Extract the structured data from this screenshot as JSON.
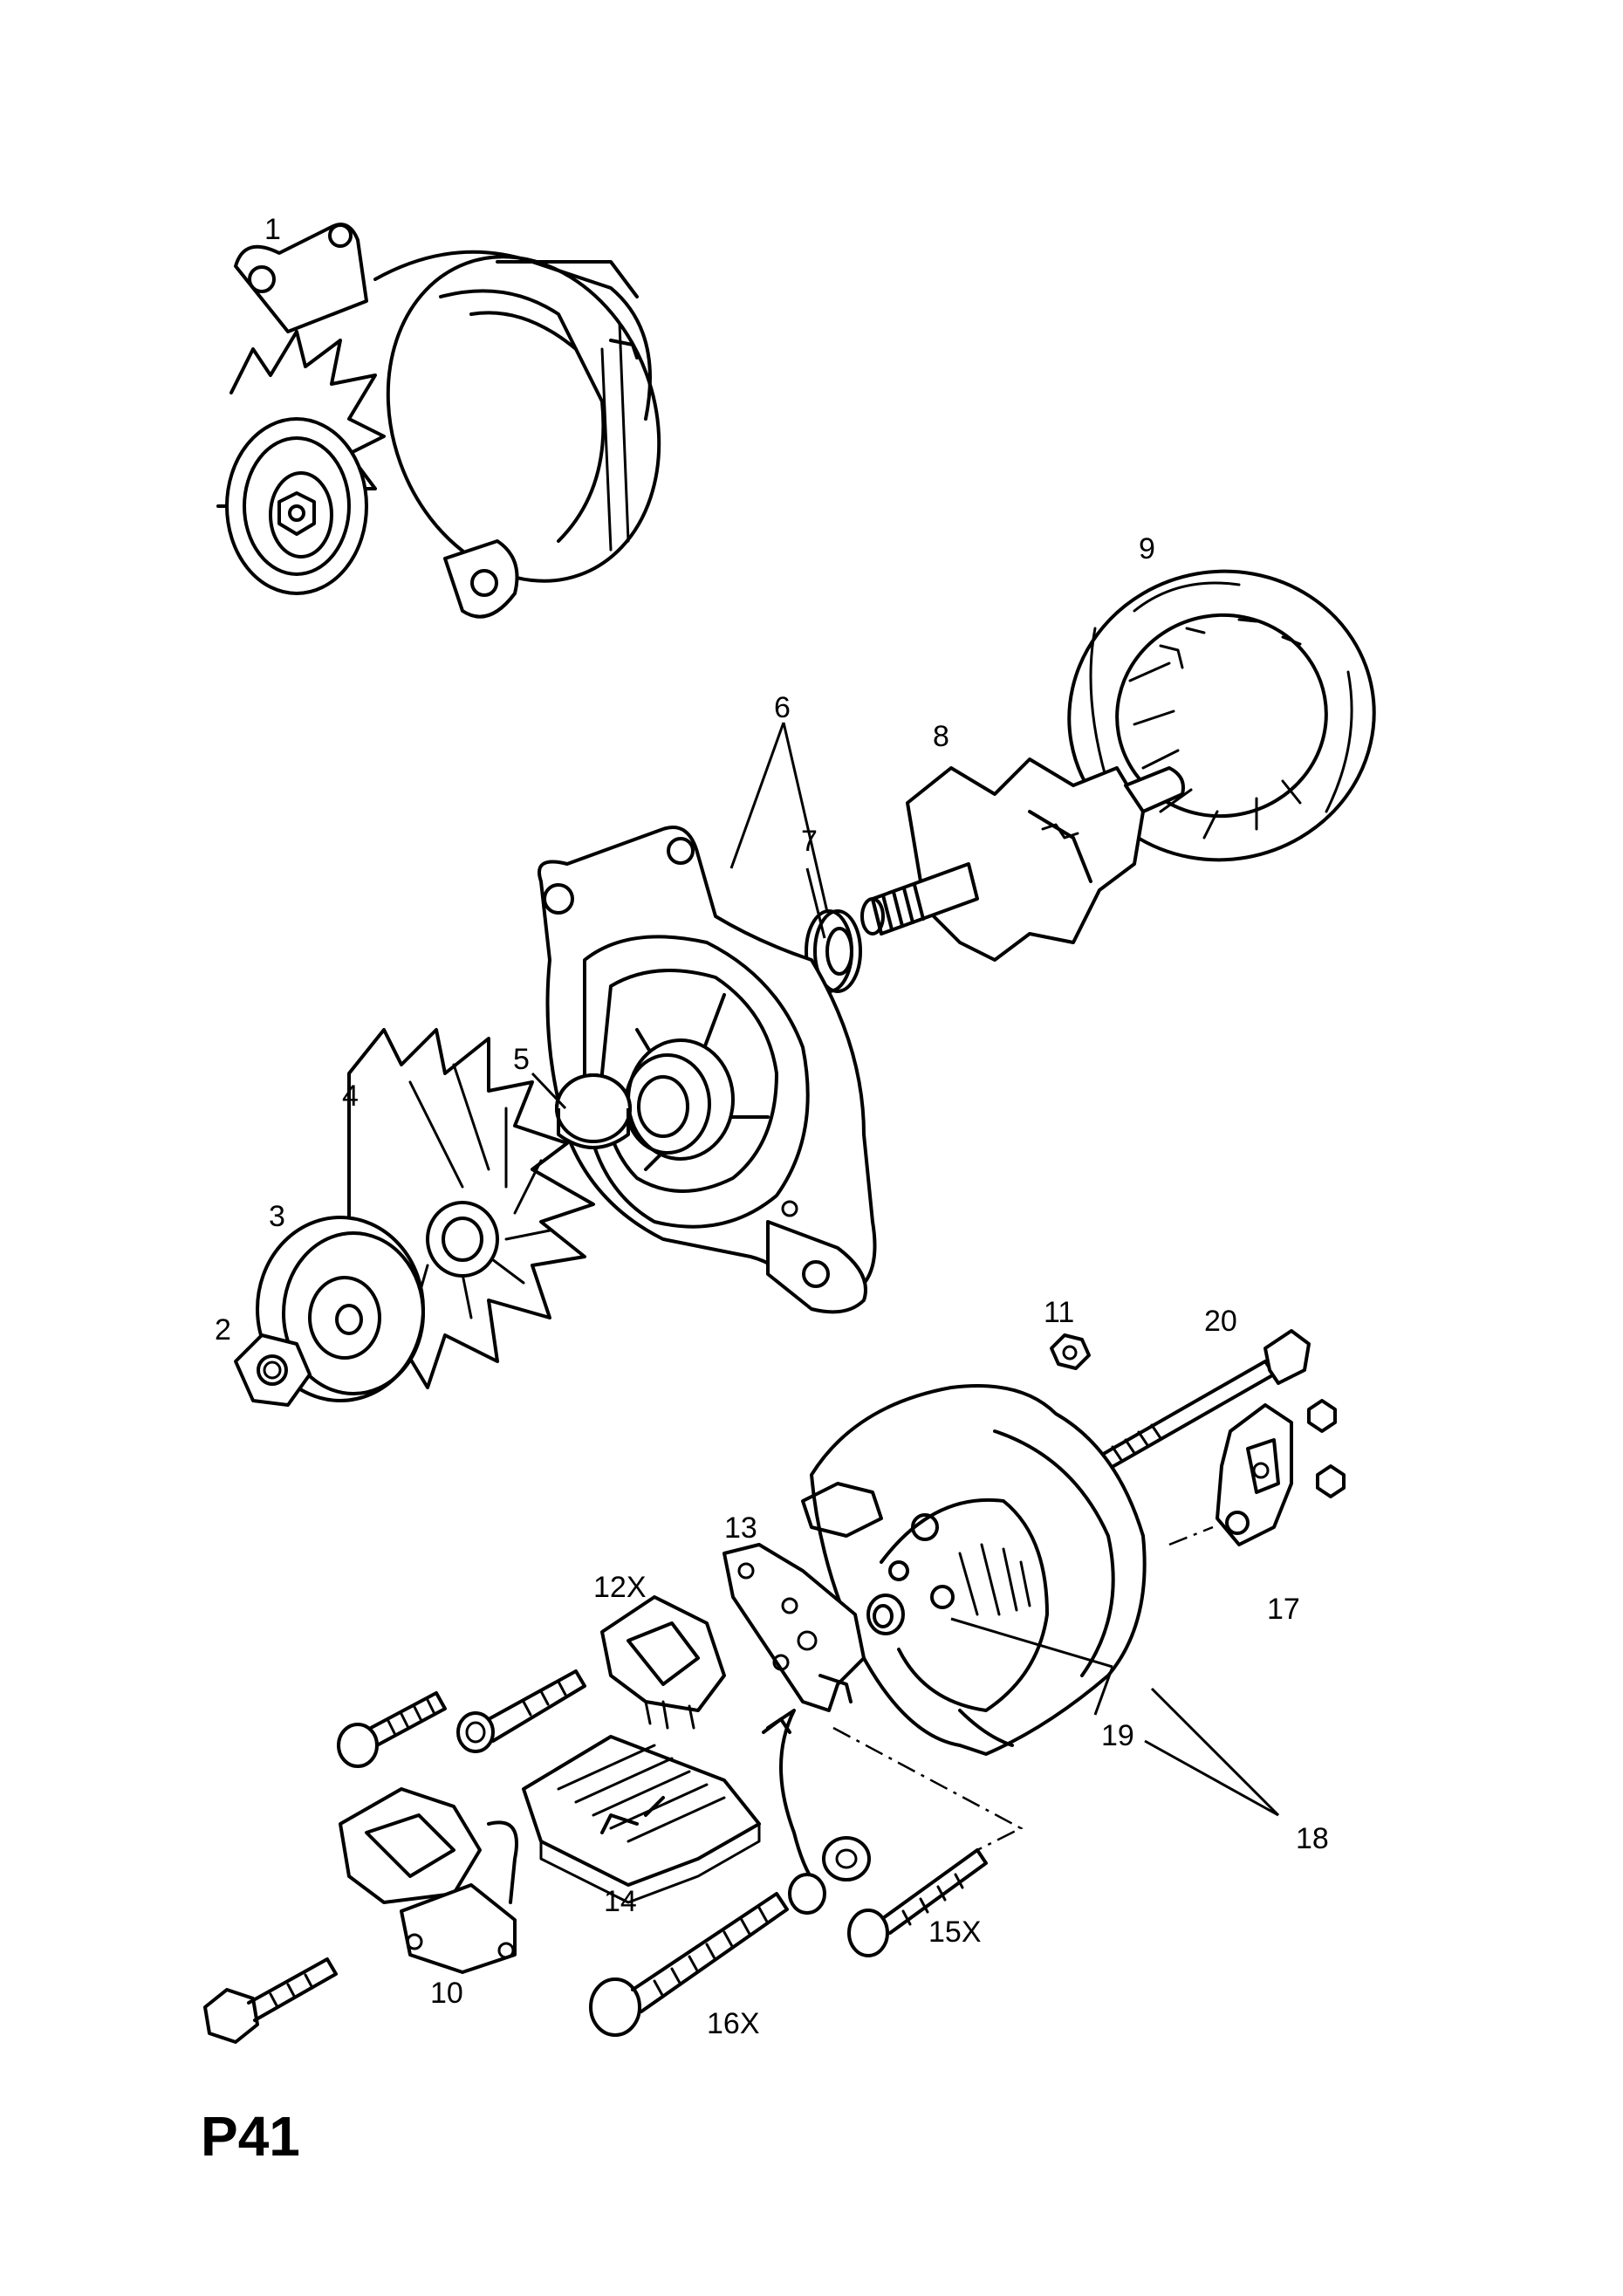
{
  "page_code": "P41",
  "callouts": {
    "c1": "1",
    "c2": "2",
    "c3": "3",
    "c4": "4",
    "c5": "5",
    "c6": "6",
    "c7": "7",
    "c8": "8",
    "c9": "9",
    "c10": "10",
    "c11": "11",
    "c12x": "12X",
    "c13": "13",
    "c14": "14",
    "c15x": "15X",
    "c16x": "16X",
    "c17": "17",
    "c18": "18",
    "c19": "19",
    "c20": "20"
  }
}
